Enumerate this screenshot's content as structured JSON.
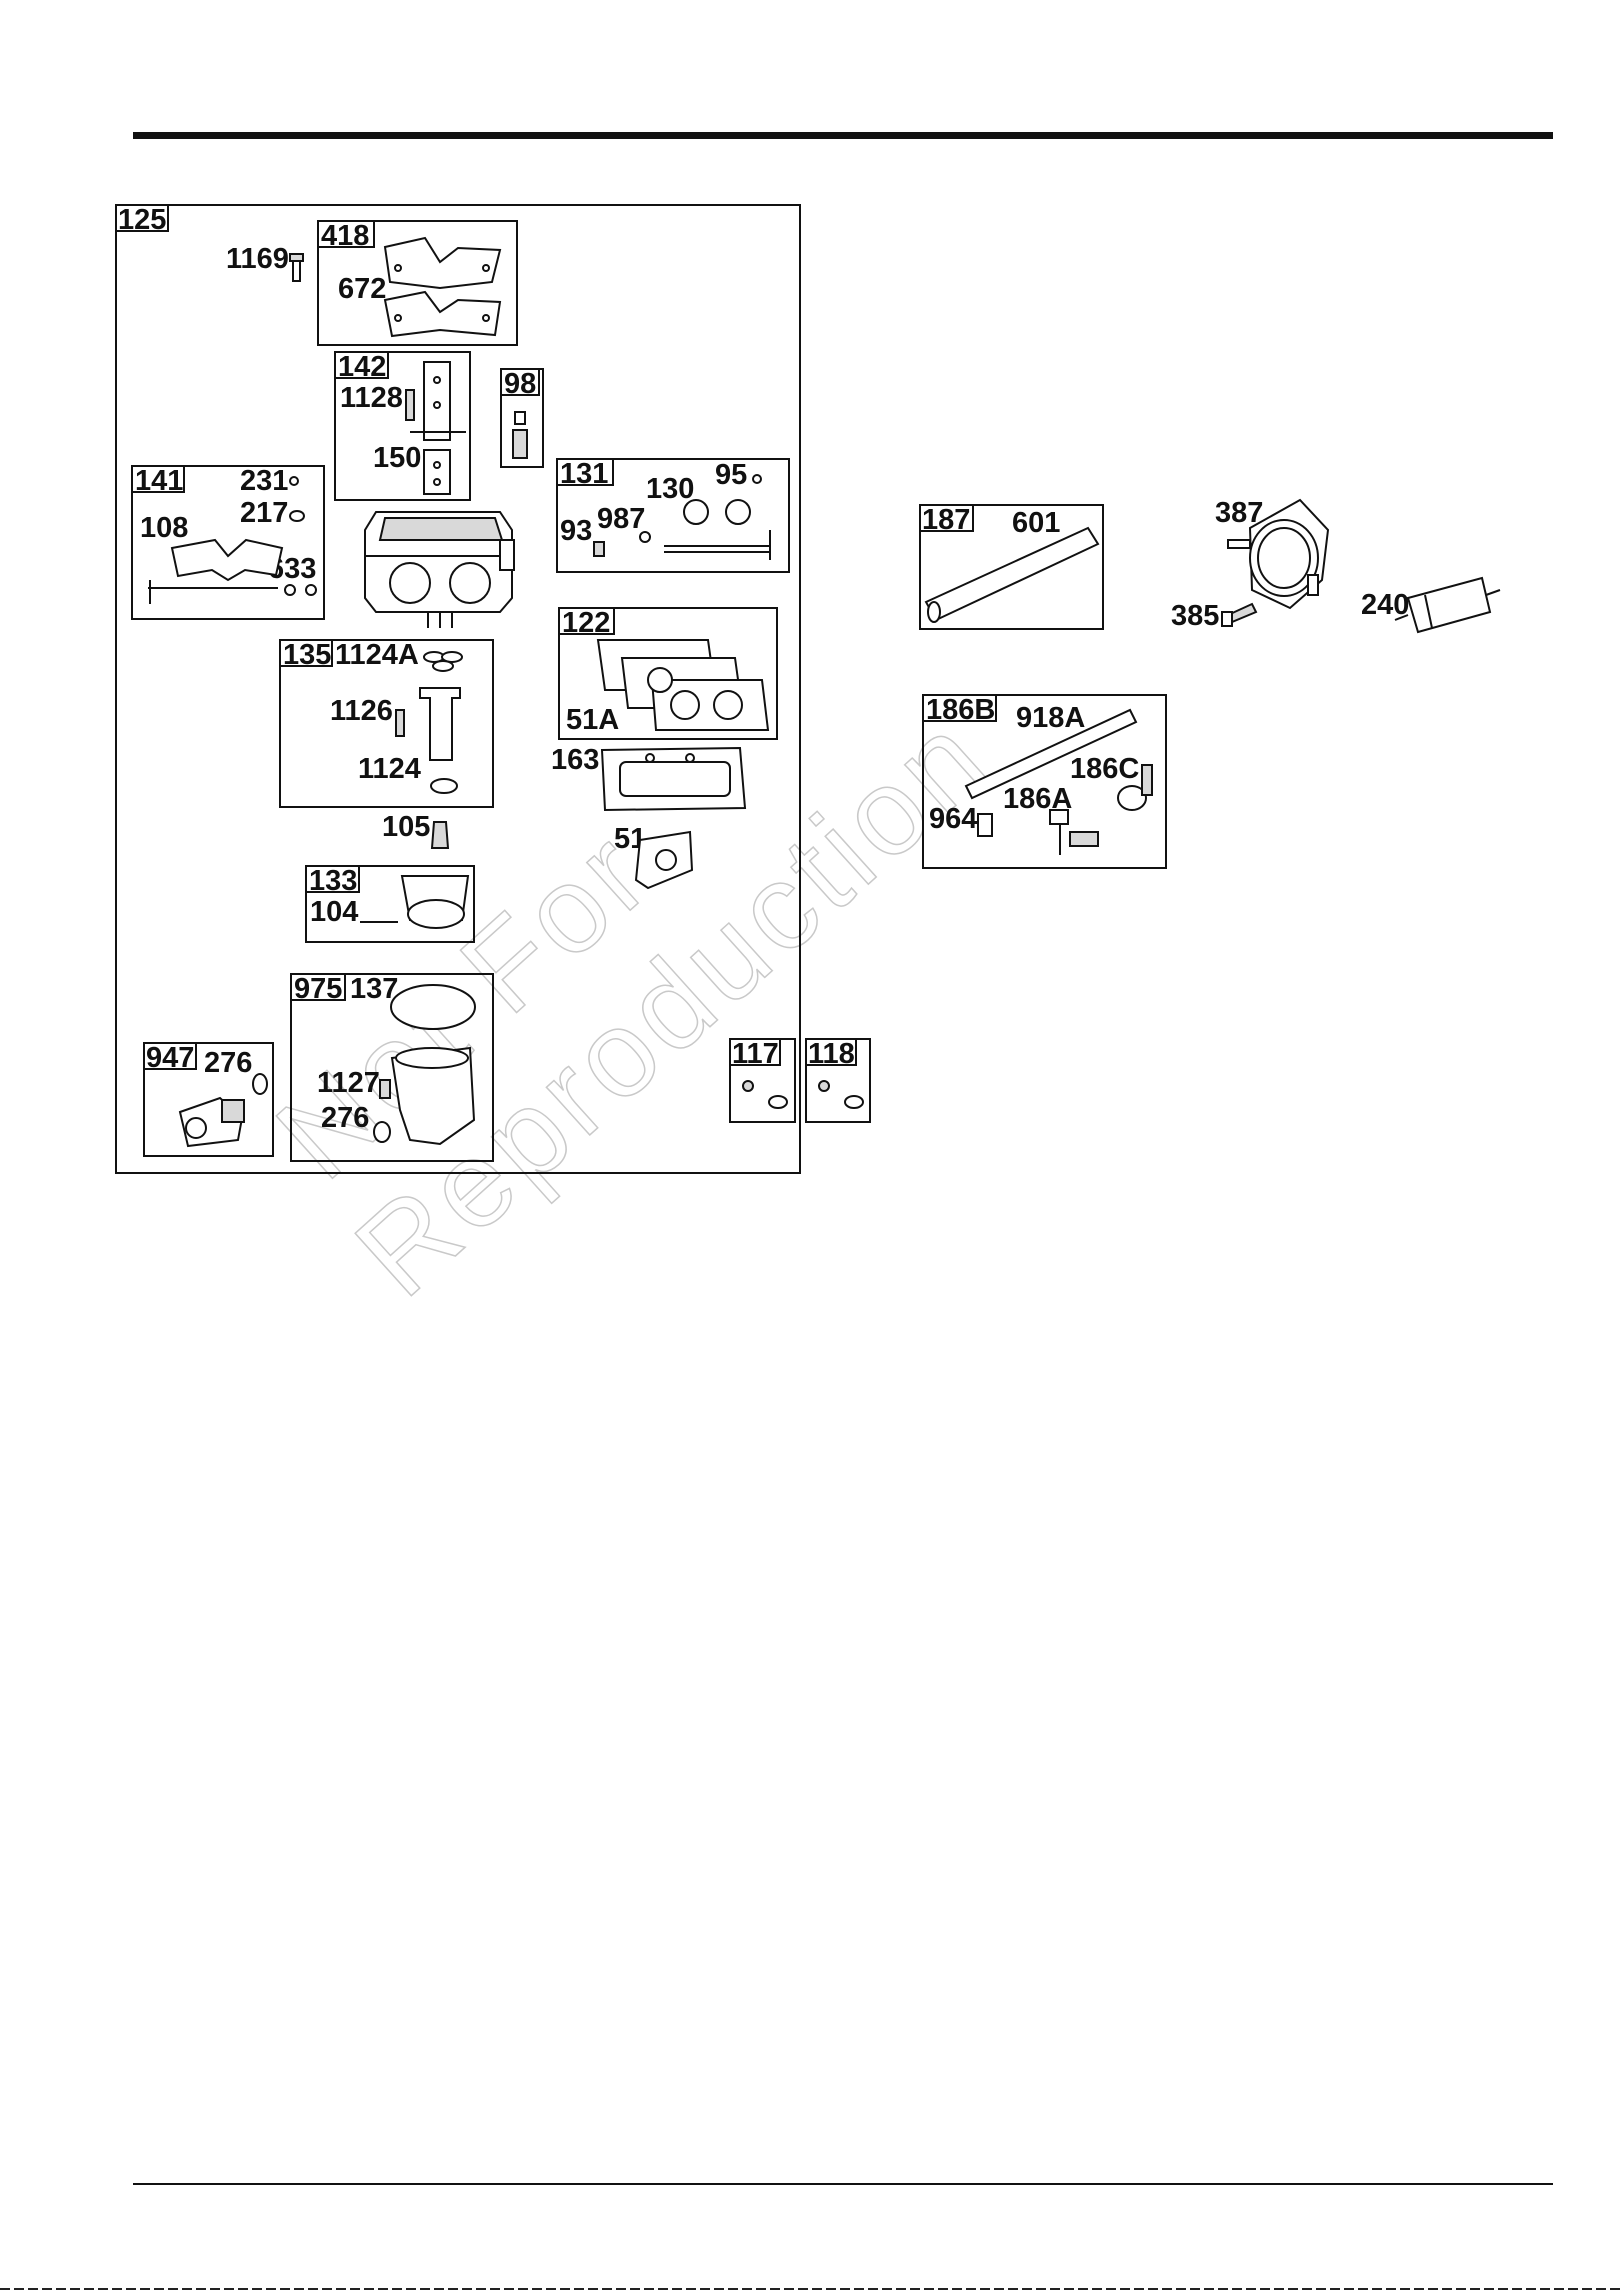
{
  "watermark": {
    "line1": "Not For",
    "line2": "Reproduction"
  },
  "boxes": [
    {
      "id": "main",
      "label": "125"
    },
    {
      "id": "b418",
      "label": "418"
    },
    {
      "id": "b142",
      "label": "142"
    },
    {
      "id": "b98",
      "label": "98"
    },
    {
      "id": "b141",
      "label": "141"
    },
    {
      "id": "b131",
      "label": "131"
    },
    {
      "id": "b122",
      "label": "122"
    },
    {
      "id": "b135",
      "label": "135"
    },
    {
      "id": "b133",
      "label": "133"
    },
    {
      "id": "b975",
      "label": "975"
    },
    {
      "id": "b947",
      "label": "947"
    },
    {
      "id": "b117",
      "label": "117"
    },
    {
      "id": "b118",
      "label": "118"
    },
    {
      "id": "b187",
      "label": "187"
    },
    {
      "id": "b186b",
      "label": "186B"
    }
  ],
  "parts": [
    {
      "id": "p1169",
      "label": "1169"
    },
    {
      "id": "p672",
      "label": "672"
    },
    {
      "id": "p1128",
      "label": "1128"
    },
    {
      "id": "p150",
      "label": "150"
    },
    {
      "id": "p231",
      "label": "231"
    },
    {
      "id": "p217",
      "label": "217"
    },
    {
      "id": "p108",
      "label": "108"
    },
    {
      "id": "p633",
      "label": "633"
    },
    {
      "id": "p130",
      "label": "130"
    },
    {
      "id": "p95",
      "label": "95"
    },
    {
      "id": "p93",
      "label": "93"
    },
    {
      "id": "p987",
      "label": "987"
    },
    {
      "id": "p51a",
      "label": "51A"
    },
    {
      "id": "p1124a",
      "label": "1124A"
    },
    {
      "id": "p1126",
      "label": "1126"
    },
    {
      "id": "p1124",
      "label": "1124"
    },
    {
      "id": "p163",
      "label": "163"
    },
    {
      "id": "p105",
      "label": "105"
    },
    {
      "id": "p51",
      "label": "51"
    },
    {
      "id": "p104",
      "label": "104"
    },
    {
      "id": "p137",
      "label": "137"
    },
    {
      "id": "p1127",
      "label": "1127"
    },
    {
      "id": "p276a",
      "label": "276"
    },
    {
      "id": "p276b",
      "label": "276"
    },
    {
      "id": "p601",
      "label": "601"
    },
    {
      "id": "p387",
      "label": "387"
    },
    {
      "id": "p385",
      "label": "385"
    },
    {
      "id": "p240",
      "label": "240"
    },
    {
      "id": "p918a",
      "label": "918A"
    },
    {
      "id": "p186c",
      "label": "186C"
    },
    {
      "id": "p186a",
      "label": "186A"
    },
    {
      "id": "p964",
      "label": "964"
    }
  ]
}
